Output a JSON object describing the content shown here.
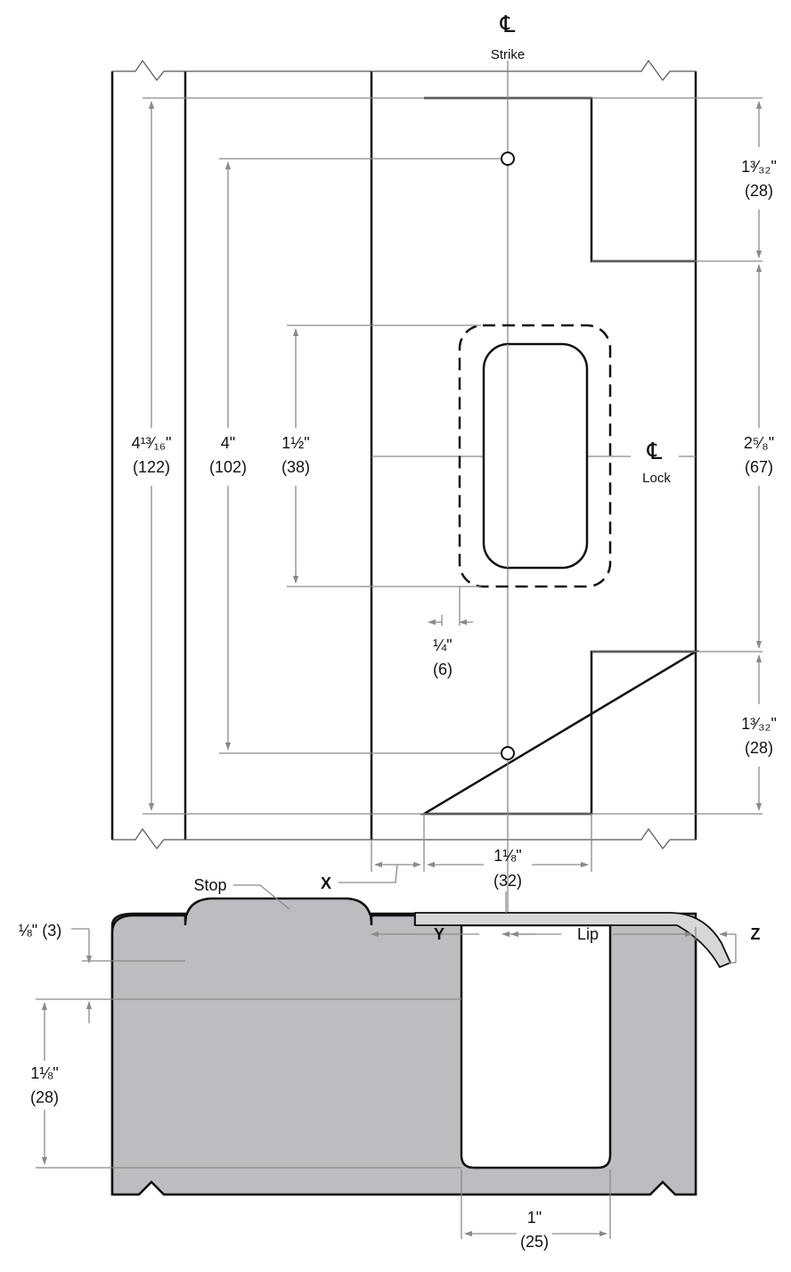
{
  "centerlines": {
    "strike": {
      "symbol": "℄",
      "label": "Strike"
    },
    "lock": {
      "symbol": "℄",
      "label": "Lock"
    }
  },
  "dimensions": {
    "overall_height": {
      "inch": "4¹³⁄₁₆\"",
      "mm": "(122)"
    },
    "hole_spacing": {
      "inch": "4\"",
      "mm": "(102)"
    },
    "opening_height": {
      "inch": "1½\"",
      "mm": "(38)"
    },
    "quarter": {
      "inch": "¼\"",
      "mm": "(6)"
    },
    "top_notch": {
      "inch": "1³⁄₃₂\"",
      "mm": "(28)"
    },
    "center_span": {
      "inch": "2⁵⁄₈\"",
      "mm": "(67)"
    },
    "bottom_notch": {
      "inch": "1³⁄₃₂\"",
      "mm": "(28)"
    },
    "strike_width": {
      "inch": "1⅛\"",
      "mm": "(32)"
    },
    "eighth": {
      "text": "⅛\" (3)"
    },
    "depth": {
      "inch": "1⅛\"",
      "mm": "(28)"
    },
    "mortise_width": {
      "inch": "1\"",
      "mm": "(25)"
    }
  },
  "labels": {
    "x": "X",
    "y": "Y",
    "z": "Z",
    "stop": "Stop",
    "lip": "Lip"
  },
  "colors": {
    "line": "#111111",
    "dimension": "#8a8a8a",
    "section_fill": "#bcbdc0",
    "lip_fill": "#d6d7d9"
  }
}
